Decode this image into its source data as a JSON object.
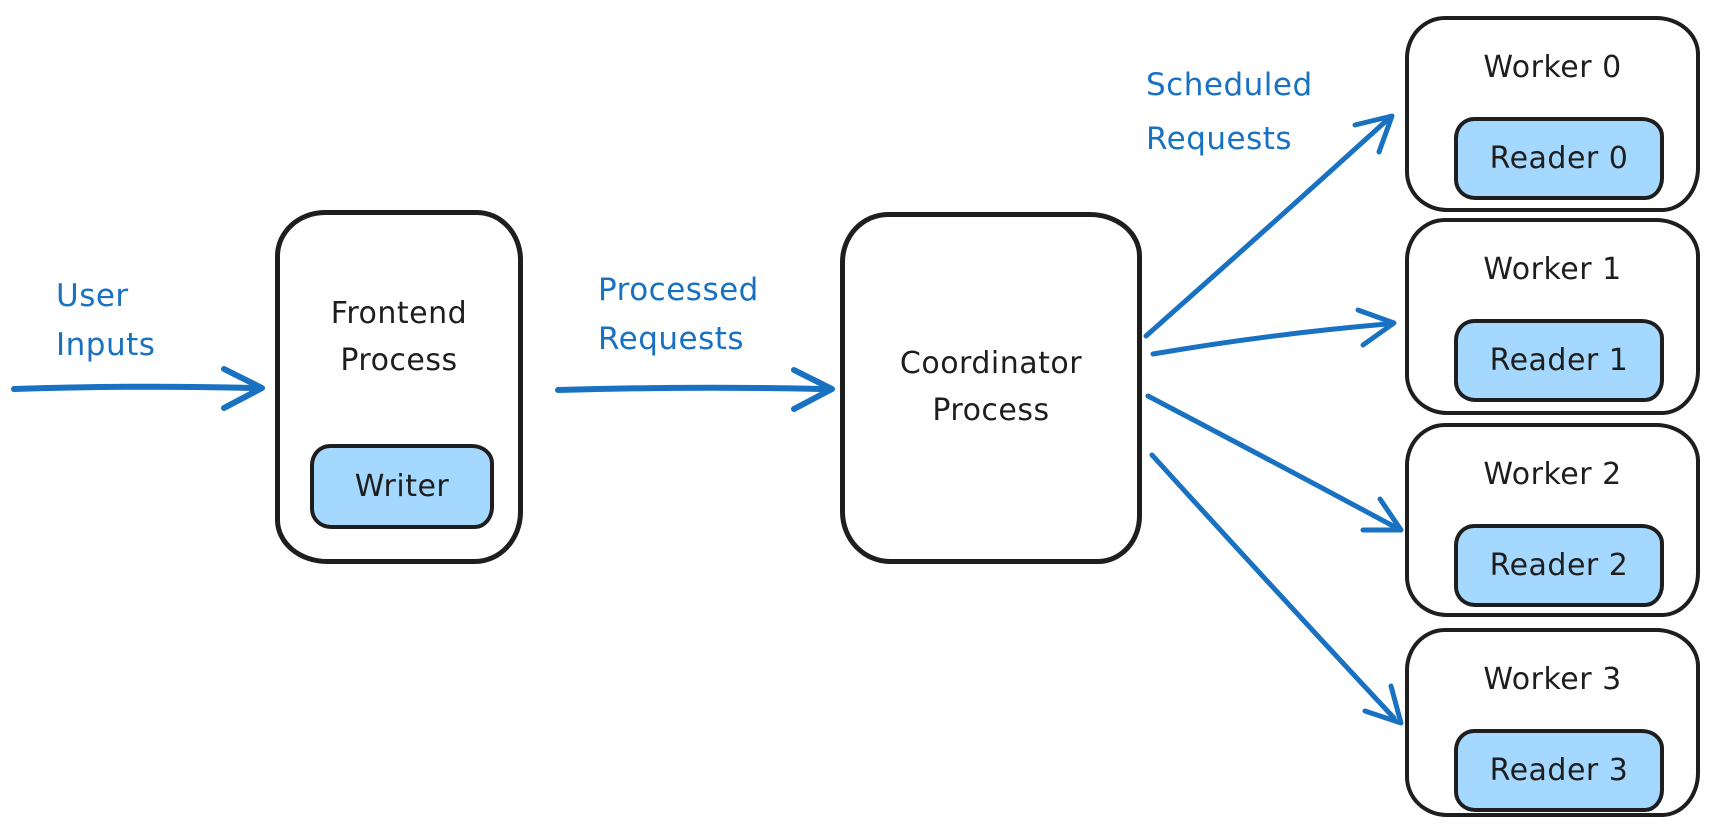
{
  "colors": {
    "ink": "#1e1e1e",
    "blue": "#1971c2",
    "light_blue_fill": "#a5d8ff",
    "background": "#ffffff"
  },
  "annotations": {
    "user_inputs": "User\nInputs",
    "processed_requests": "Processed\nRequests",
    "scheduled_requests": "Scheduled\nRequests"
  },
  "nodes": {
    "frontend": {
      "label": "Frontend\nProcess",
      "child": {
        "label": "Writer"
      }
    },
    "coordinator": {
      "label": "Coordinator\nProcess"
    },
    "workers": [
      {
        "label": "Worker 0",
        "child": {
          "label": "Reader 0"
        }
      },
      {
        "label": "Worker 1",
        "child": {
          "label": "Reader 1"
        }
      },
      {
        "label": "Worker 2",
        "child": {
          "label": "Reader 2"
        }
      },
      {
        "label": "Worker 3",
        "child": {
          "label": "Reader 3"
        }
      }
    ]
  }
}
